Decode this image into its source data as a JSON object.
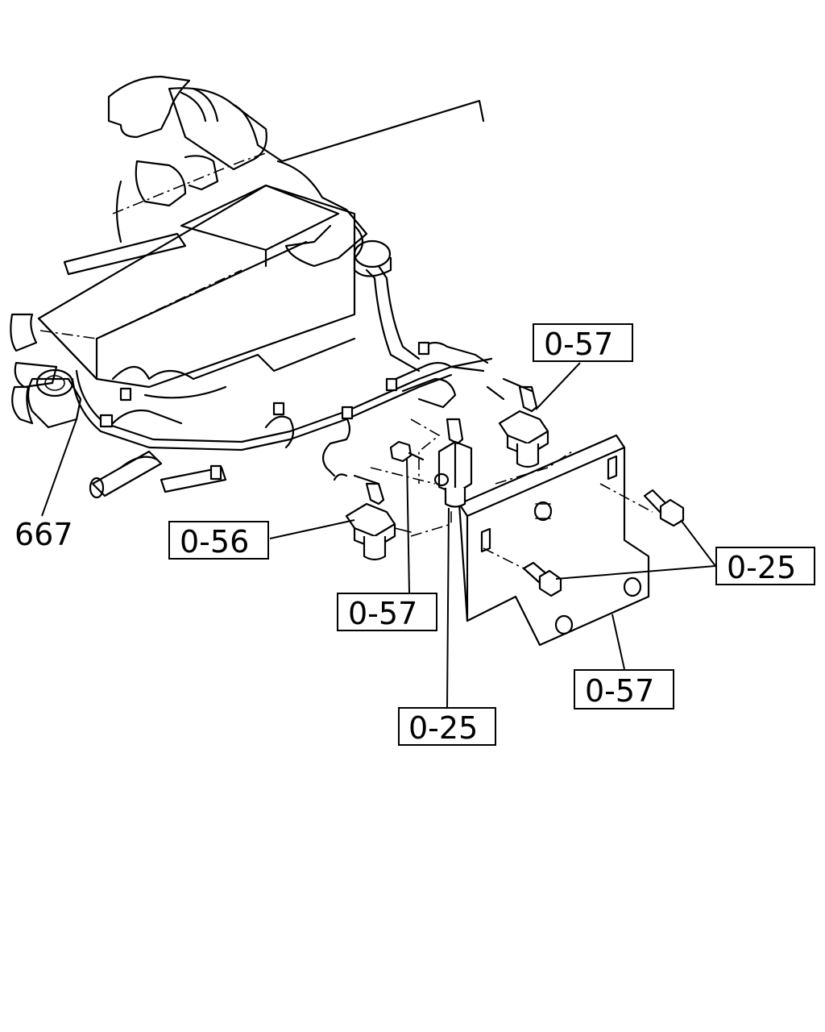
{
  "callouts": [
    {
      "id": "c1",
      "label": "0-57"
    },
    {
      "id": "c2",
      "label": "0-56"
    },
    {
      "id": "c3",
      "label": "0-57"
    },
    {
      "id": "c4",
      "label": "0-25"
    },
    {
      "id": "c5",
      "label": "0-57"
    },
    {
      "id": "c6",
      "label": "0-25"
    }
  ],
  "part_number": "667",
  "colors": {
    "ink": "#000000",
    "paper": "#ffffff"
  }
}
